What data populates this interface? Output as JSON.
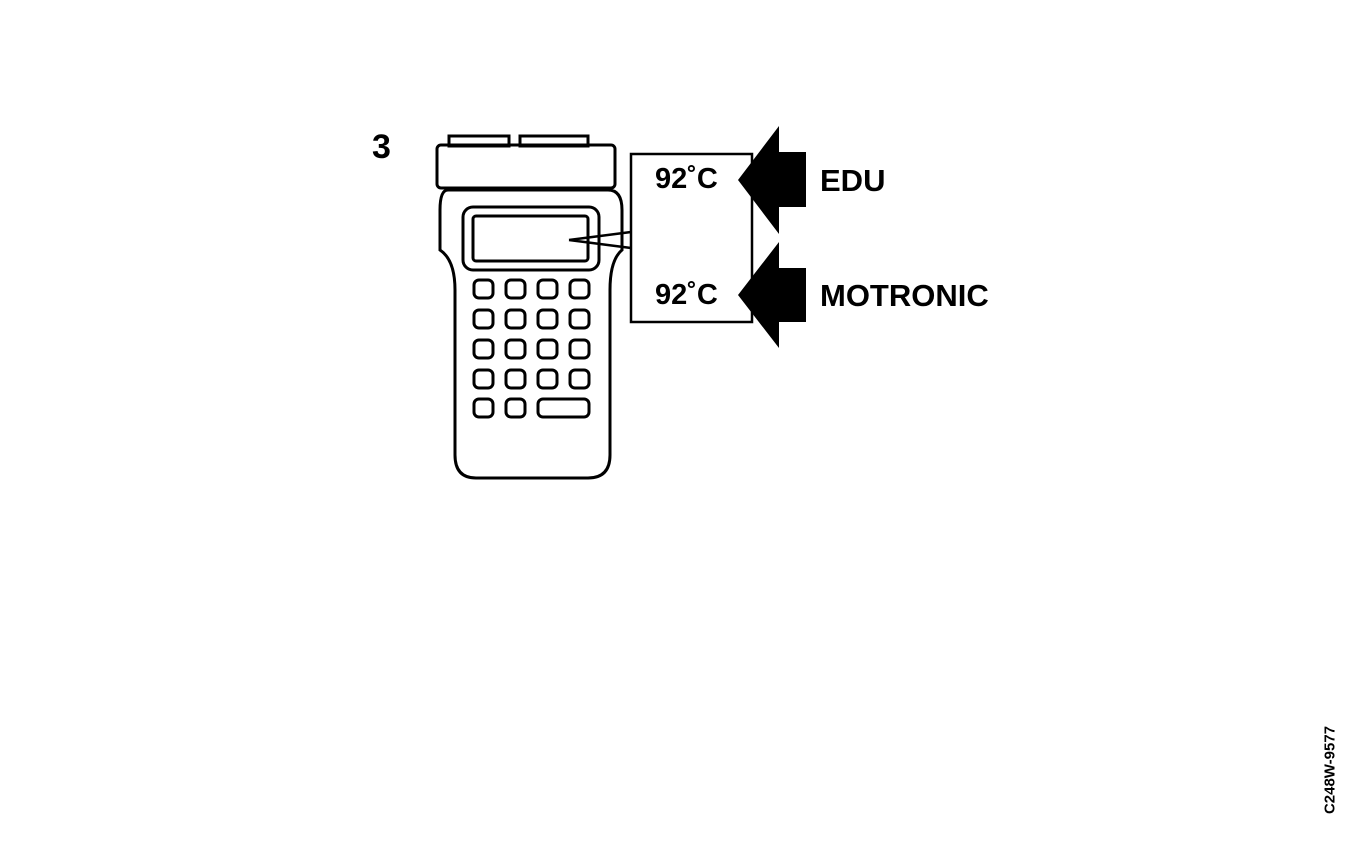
{
  "step_number": "3",
  "readouts": [
    {
      "value": "92˚C",
      "source": "EDU"
    },
    {
      "value": "92˚C",
      "source": "MOTRONIC"
    }
  ],
  "figure_code": "C248W-9577",
  "tester_keys": {
    "rows": 5,
    "columns": 4
  }
}
